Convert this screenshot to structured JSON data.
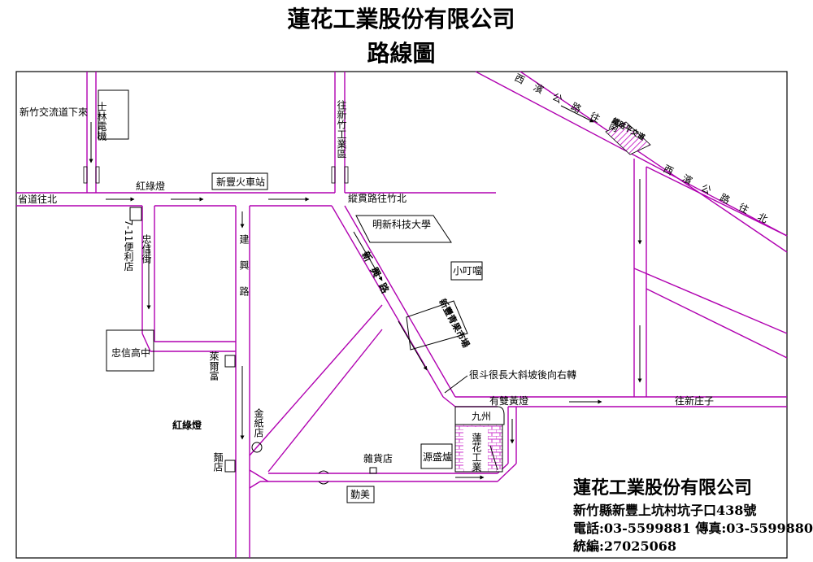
{
  "header": {
    "title": "蓮花工業股份有限公司",
    "subtitle": "路線圖"
  },
  "labels": {
    "hsinchu_interchange": "新竹交流道下來",
    "shilin": "士林電機",
    "to_xinzhu_industrial": "往新竹工業區",
    "west_coast_south": "西濱公路往南",
    "west_coast_north": "西濱公路往北",
    "provincial_north": "省道往北",
    "traffic_light_1": "紅綠燈",
    "xinfeng_station": "新豐火車站",
    "rail_crossing": "鐵路平交道",
    "zhubei_road": "縱貫路往竹北",
    "seven_eleven": "7-11便利店",
    "zhongxin_st": "忠信街",
    "jianxing_rd": "建興路",
    "minghsin": "明新科技大學",
    "xiaodingdang": "小叮噹",
    "xinhe_rd": "新興路",
    "xinfeng_market": "新豐青果市場",
    "slope_hint": "很斗很長大斜坡後向右轉",
    "zhongxin_high": "忠信高中",
    "laierfu": "萊爾富",
    "you_shuang_huang": "有雙黃燈",
    "to_xinzhuangzi": "往新庄子",
    "jinzhi": "金紙店",
    "jiuzhou": "九州",
    "traffic_light_2": "紅綠燈",
    "noodle": "麵店",
    "grocery": "雜貨店",
    "yuansheng": "源盛爐",
    "lianhua_vertical": "蓮花工業",
    "qinmei": "勤美"
  },
  "company": {
    "name": "蓮花工業股份有限公司",
    "address": "新竹縣新豐上坑村坑子口438號",
    "phone_fax": "電話:03-5599881 傳真:03-5599880",
    "tax_id": "統編:27025068"
  },
  "colors": {
    "road": "#b000b0",
    "text": "#000000",
    "frame": "#000000",
    "hatch": "#cc33cc"
  }
}
